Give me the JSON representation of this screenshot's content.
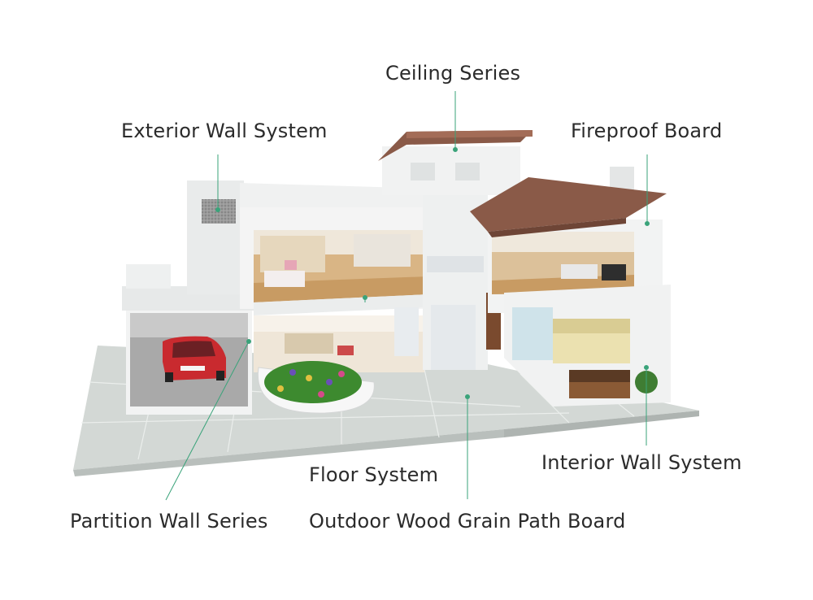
{
  "labels": {
    "ceiling_series": "Ceiling Series",
    "exterior_wall_system": "Exterior Wall System",
    "fireproof_board": "Fireproof Board",
    "interior_wall_system": "Interior Wall System",
    "floor_system": "Floor System",
    "partition_wall_series": "Partition Wall Series",
    "outdoor_wood_grain_path_board": "Outdoor Wood Grain Path Board"
  },
  "colors": {
    "leader_line": "#3aa37a",
    "label_text": "#2b2b2b",
    "roof_tile": "#8a5a48",
    "wall_white": "#eceeee",
    "floor_tile": "#c9cfcc",
    "wood_floor": "#c89b63",
    "car_red": "#c92a2f"
  }
}
